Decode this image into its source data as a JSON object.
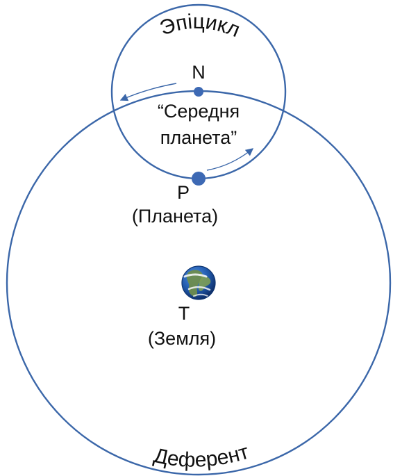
{
  "colors": {
    "orbit": "#3b67a9",
    "point": "#3d69b4",
    "text": "#111111",
    "earth_ocean": "#1f57a8",
    "earth_land": "#6f8d4a",
    "earth_cloud": "#f4f6f8"
  },
  "labels": {
    "epicycle": "Эпіцикл",
    "deferent": "Деферент",
    "mean_planet_line1": "“Середня",
    "mean_planet_line2": "планета”",
    "point_n": "N",
    "point_p": "P",
    "planet": "(Планета)",
    "point_t": "T",
    "earth": "(Земля)"
  },
  "icons": {
    "earth": "earth-globe-icon"
  }
}
